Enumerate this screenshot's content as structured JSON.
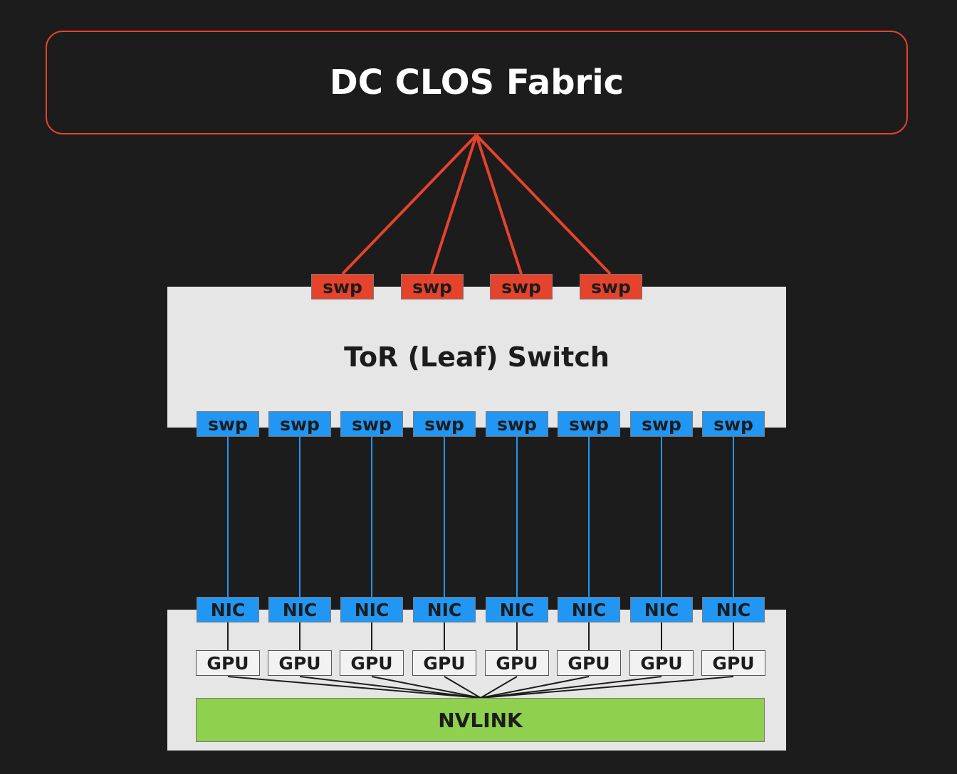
{
  "fabric": {
    "title": "DC CLOS Fabric"
  },
  "tor": {
    "title": "ToR (Leaf) Switch",
    "uplink_ports": [
      "swp",
      "swp",
      "swp",
      "swp"
    ],
    "downlink_ports": [
      "swp",
      "swp",
      "swp",
      "swp",
      "swp",
      "swp",
      "swp",
      "swp"
    ]
  },
  "server": {
    "nics": [
      "NIC",
      "NIC",
      "NIC",
      "NIC",
      "NIC",
      "NIC",
      "NIC",
      "NIC"
    ],
    "gpus": [
      "GPU",
      "GPU",
      "GPU",
      "GPU",
      "GPU",
      "GPU",
      "GPU",
      "GPU"
    ],
    "interconnect": "NVLINK"
  },
  "colors": {
    "background": "#1c1c1c",
    "fabric_border": "#e5432b",
    "uplink": "#e5432b",
    "downlink": "#2196f3",
    "nvlink": "#8fd14f",
    "chassis": "#e6e6e6"
  }
}
